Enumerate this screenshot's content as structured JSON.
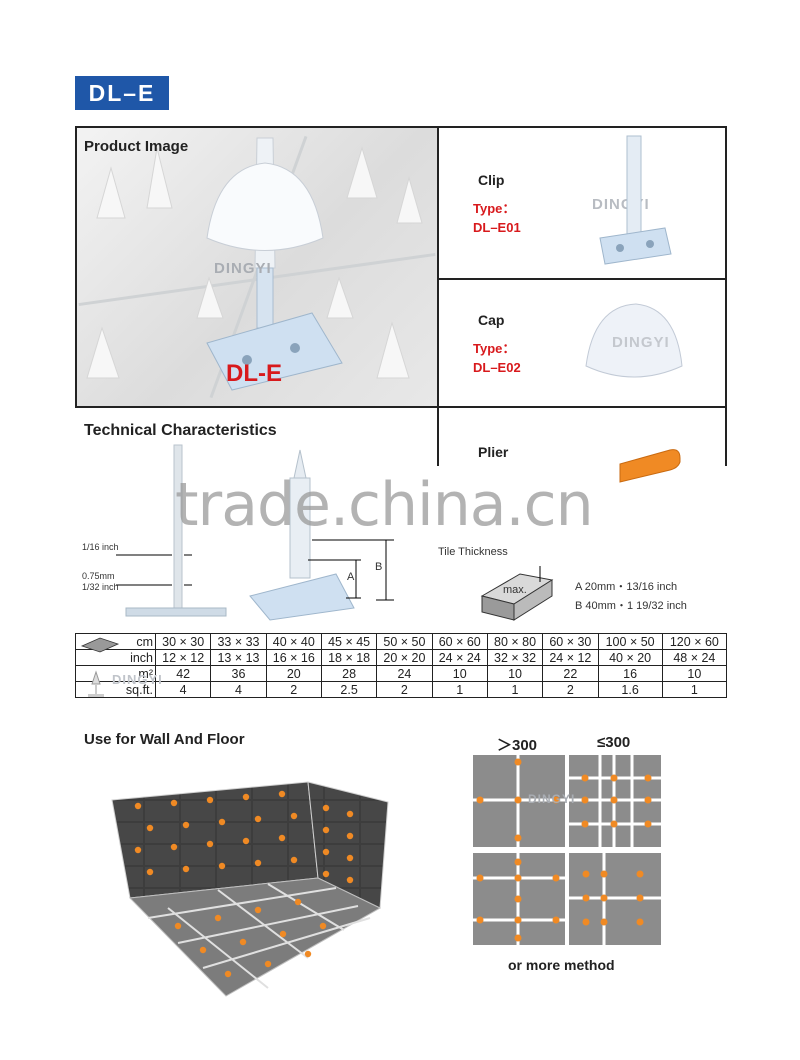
{
  "header": {
    "title": "DL–E"
  },
  "product": {
    "label": "Product Image",
    "product_name": "DL-E",
    "watermark": "DINGYI"
  },
  "parts": [
    {
      "name": "Clip",
      "type_label": "Type：",
      "code": "DL–E01",
      "watermark": "DINGYI"
    },
    {
      "name": "Cap",
      "type_label": "Type：",
      "code": "DL–E02",
      "watermark": "DINGYI"
    },
    {
      "name": "Plier"
    }
  ],
  "technical": {
    "title": "Technical Characteristics",
    "overlay": "trade.china.cn",
    "dims": [
      "1/16 inch",
      "0.75mm",
      "1/32 inch"
    ],
    "marker_a": "A",
    "marker_b": "B",
    "tile_thickness": "Tile Thickness",
    "max_label": "max.",
    "spec_a": "A 20mm・13/16 inch",
    "spec_b": "B 40mm・1 19/32 inch"
  },
  "table": {
    "units": [
      "cm",
      "inch",
      "m²",
      "sq.ft."
    ],
    "cm": [
      "30 × 30",
      "33 × 33",
      "40 × 40",
      "45 × 45",
      "50 × 50",
      "60 × 60",
      "80 × 80",
      "60 × 30",
      "100 × 50",
      "120 × 60"
    ],
    "inch": [
      "12 × 12",
      "13 × 13",
      "16 × 16",
      "18 × 18",
      "20 × 20",
      "24 × 24",
      "32 × 32",
      "24 × 12",
      "40 × 20",
      "48 × 24"
    ],
    "m2": [
      "42",
      "36",
      "20",
      "28",
      "24",
      "10",
      "10",
      "22",
      "16",
      "10"
    ],
    "sqft": [
      "4",
      "4",
      "2",
      "2.5",
      "2",
      "1",
      "1",
      "2",
      "1.6",
      "1"
    ],
    "watermark": "DINGYI"
  },
  "usage": {
    "title": "Use for Wall And Floor",
    "label_gt": "＞300",
    "label_le": "≤300",
    "footer": "or more method",
    "watermark": "DINGYI"
  },
  "colors": {
    "title_bar": "#1f57a8",
    "accent_red": "#d8191c",
    "clip_orange": "#f08a24",
    "tile_gray": "#8c8c8c"
  }
}
